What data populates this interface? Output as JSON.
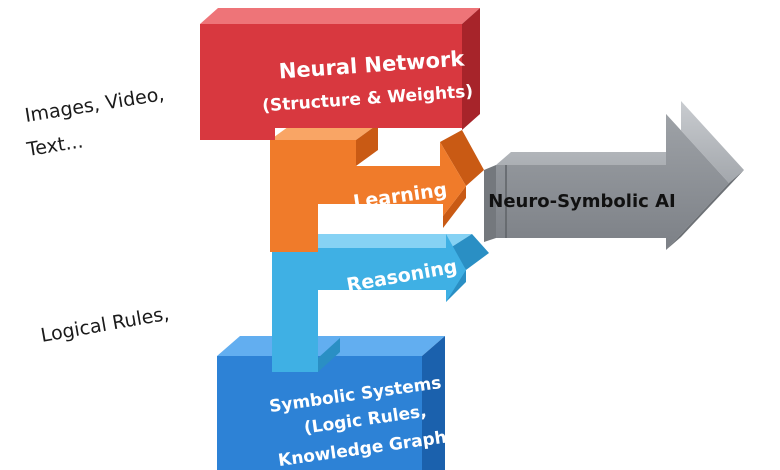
{
  "annotations": {
    "inputs_line1": "Images, Video,",
    "inputs_line2": "Text...",
    "rules": "Logical Rules,"
  },
  "blocks": {
    "neural": {
      "line1": "Neural Network",
      "line2": "(Structure & Weights)",
      "color": "#d8383f"
    },
    "learning": {
      "label": "Learning",
      "color": "#f07b2a"
    },
    "reasoning": {
      "label": "Reasoning",
      "color": "#3fb0e4"
    },
    "symbolic": {
      "line1": "Symbolic Systems",
      "line2": "(Logic Rules,",
      "line3": "Knowledge Graphs)",
      "color": "#2d82d6"
    }
  },
  "output": {
    "label": "Neuro-Symbolic AI",
    "color": "#8e9297"
  }
}
